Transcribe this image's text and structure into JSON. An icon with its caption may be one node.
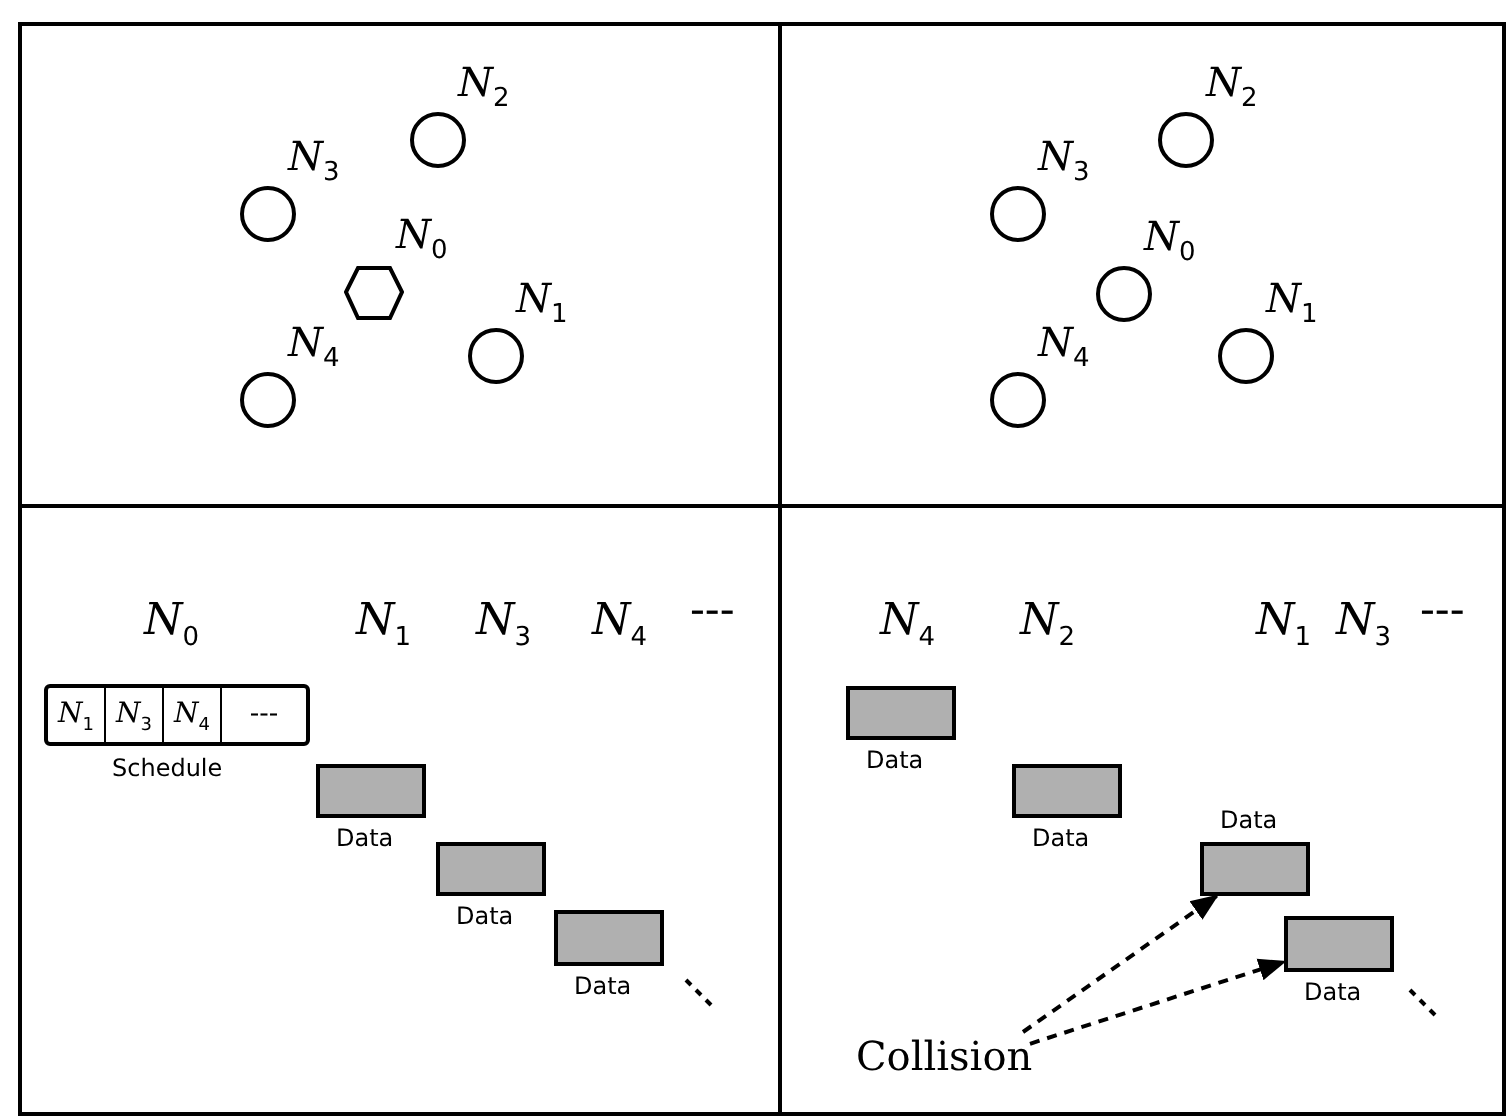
{
  "diagram": {
    "nodes": [
      {
        "text": [
          "*N*$_{2}$"
        ]
      },
      {
        "text": [
          "*N*$_{3}$"
        ]
      },
      {
        "text": [
          "*N*$_{0}$"
        ]
      },
      {
        "text": [
          "*N*$_{1}$"
        ]
      },
      {
        "text": [
          "*N*$_{4}$"
        ]
      },
      {
        "text": [
          "*N*$_{2}$"
        ]
      },
      {
        "text": [
          "*N*$_{3}$"
        ]
      },
      {
        "text": [
          "*N*$_{0}$"
        ]
      },
      {
        "text": [
          "*N*$_{1}$"
        ]
      },
      {
        "text": [
          "*N*$_{4}$"
        ]
      },
      {
        "text": [
          "*N*$_{1}$",
          "*N*$_{3}$",
          "*N*$_{4}$",
          "---"
        ],
        "beside": [
          "Schedule"
        ]
      },
      {
        "text": [],
        "shape": "box",
        "beside": [
          "Data"
        ]
      },
      {
        "text": [],
        "shape": "box",
        "beside": [
          "Data"
        ]
      },
      {
        "text": [],
        "shape": "box",
        "beside": [
          "Data"
        ]
      },
      {
        "text": [],
        "shape": "box",
        "beside": [
          "Data"
        ]
      },
      {
        "text": [],
        "shape": "box",
        "beside": [
          "Data"
        ]
      },
      {
        "text": [],
        "shape": "box",
        "beside": [
          "Data"
        ]
      },
      {
        "text": [],
        "shape": "box",
        "beside": [
          "Data"
        ]
      },
      {
        "text": [
          "Collision"
        ]
      }
    ],
    "edges": [
      {
        "from": 18,
        "to": 16,
        "arrow": "to",
        "style": "dashed"
      },
      {
        "from": 18,
        "to": 17,
        "arrow": "to",
        "style": "dashed"
      }
    ],
    "labels": [
      "*N*$_{0}$",
      "*N*$_{1}$",
      "*N*$_{3}$",
      "*N*$_{4}$",
      "---",
      "*N*$_{4}$",
      "*N*$_{2}$",
      "*N*$_{1}$",
      "*N*$_{3}$",
      "---"
    ]
  }
}
